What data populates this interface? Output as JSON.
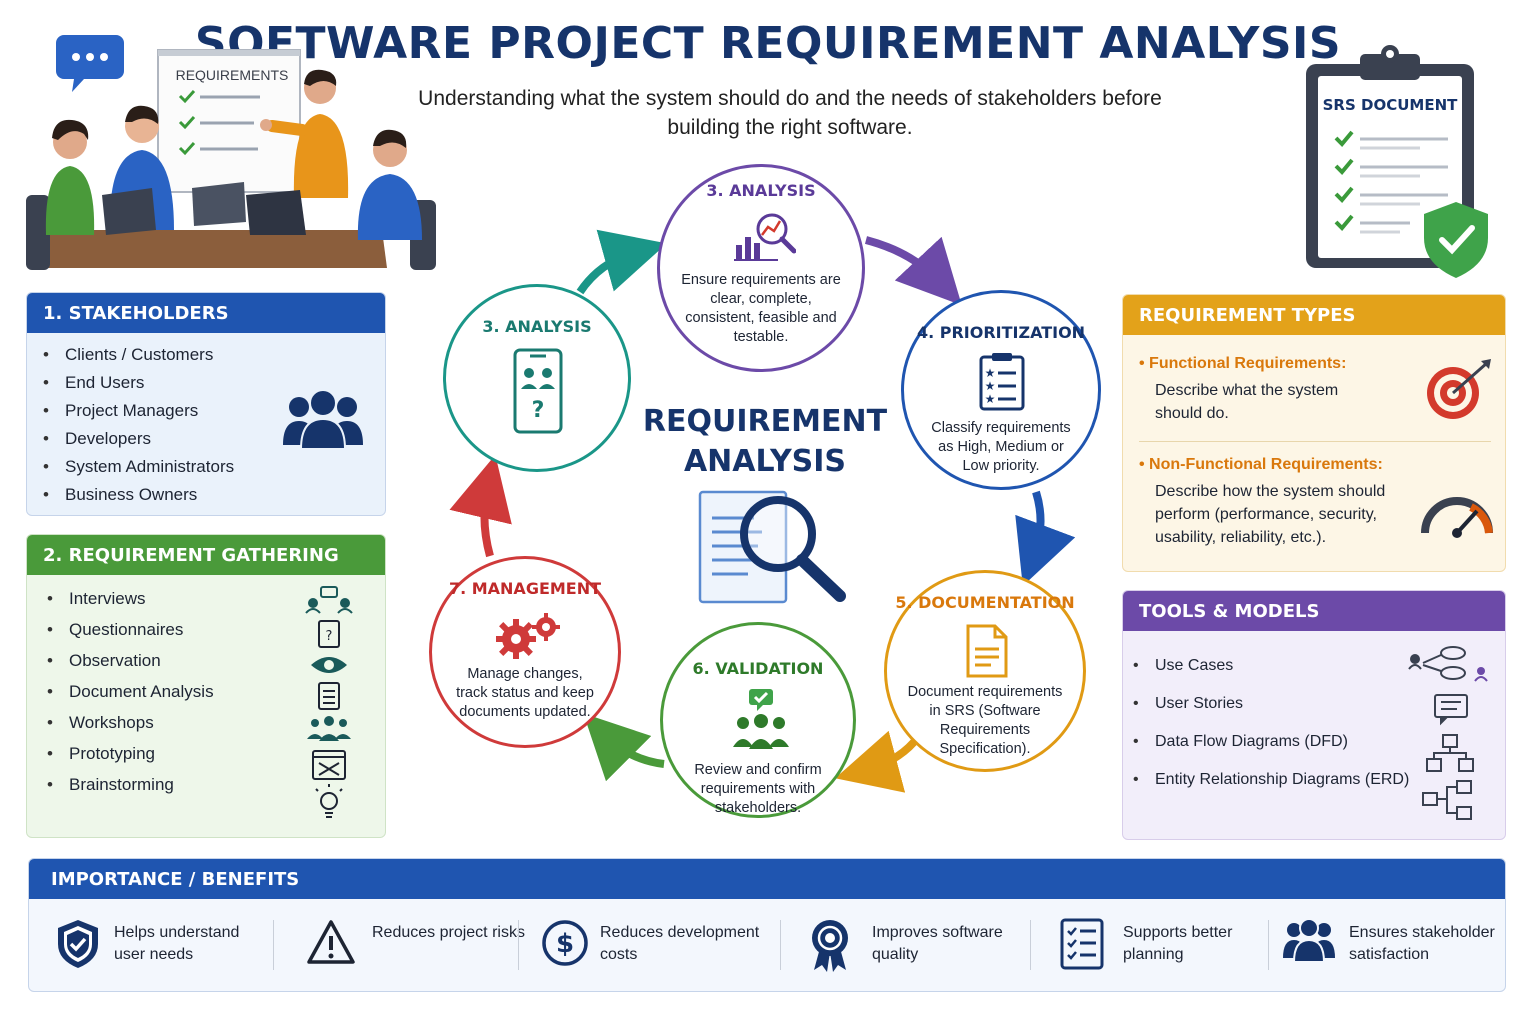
{
  "header": {
    "title": "SOFTWARE PROJECT REQUIREMENT ANALYSIS",
    "subtitle": "Understanding what the system should do and the needs of stakeholders before building the right software."
  },
  "illustrations": {
    "whiteboard_label": "REQUIREMENTS",
    "srs_label": "SRS DOCUMENT"
  },
  "stakeholders": {
    "title": "1. STAKEHOLDERS",
    "items": [
      "Clients / Customers",
      "End Users",
      "Project Managers",
      "Developers",
      "System Administrators",
      "Business Owners"
    ]
  },
  "gathering": {
    "title": "2. REQUIREMENT GATHERING",
    "items": [
      "Interviews",
      "Questionnaires",
      "Observation",
      "Document Analysis",
      "Workshops",
      "Prototyping",
      "Brainstorming"
    ]
  },
  "cycle": {
    "center_line1": "REQUIREMENT",
    "center_line2": "ANALYSIS",
    "steps": [
      {
        "title": "3. ANALYSIS",
        "desc": ""
      },
      {
        "title": "3. ANALYSIS",
        "desc": "Ensure requirements are clear, complete, consistent, feasible and testable."
      },
      {
        "title": "4. PRIORITIZATION",
        "desc": "Classify requirements as High, Medium or Low priority."
      },
      {
        "title": "5. DOCUMENTATION",
        "desc": "Document requirements in SRS (Software Requirements Specification)."
      },
      {
        "title": "6. VALIDATION",
        "desc": "Review and confirm requirements with stakeholders."
      },
      {
        "title": "7. MANAGEMENT",
        "desc": "Manage changes, track status and keep documents updated."
      }
    ]
  },
  "req_types": {
    "title": "REQUIREMENT TYPES",
    "functional_title": "Functional Requirements:",
    "functional_desc": "Describe what the system should do.",
    "nonfunctional_title": "Non-Functional Requirements:",
    "nonfunctional_desc": "Describe how the system should perform (performance, security, usability, reliability, etc.)."
  },
  "tools": {
    "title": "TOOLS & MODELS",
    "items": [
      "Use Cases",
      "User Stories",
      "Data Flow Diagrams (DFD)",
      "Entity Relationship Diagrams (ERD)"
    ]
  },
  "benefits": {
    "title": "IMPORTANCE / BENEFITS",
    "items": [
      "Helps understand user needs",
      "Reduces project risks",
      "Reduces development costs",
      "Improves software quality",
      "Supports better planning",
      "Ensures stakeholder satisfaction"
    ]
  },
  "colors": {
    "navy": "#16346b",
    "blue": "#1f55b0",
    "green": "#4a9a3a",
    "orange": "#e09a14",
    "purple": "#6c4aa8",
    "teal": "#1a9688",
    "red": "#cf3a3a"
  }
}
